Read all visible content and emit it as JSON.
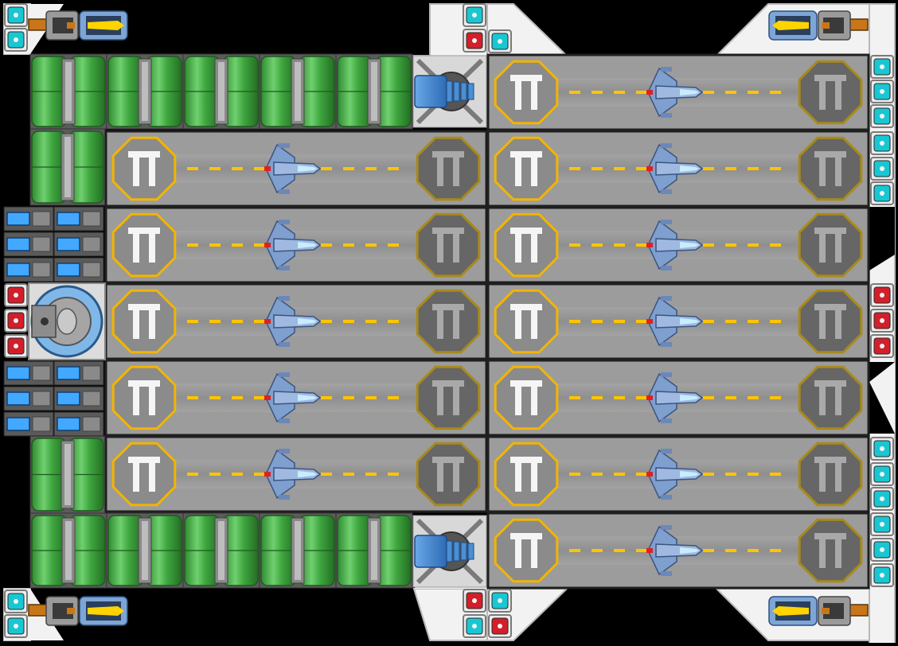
{
  "game": {
    "hangar_label_glyph": "ℿ",
    "ship_name": "interceptor",
    "runway_marker": "landing pad",
    "colors": {
      "space": "#000000",
      "hull_white": "#f2f2f2",
      "hull_edge": "#b9b9b9",
      "deck_gray": "#9c9c9c",
      "deck_dark": "#8a8a8a",
      "bay_border": "#1f1f1f",
      "pad_yellow": "#f3b400",
      "pad_dark": "#666666",
      "stripe_yellow": "#ffc400",
      "tank_green": "#3ea53e",
      "tank_green_hi": "#6fd06f",
      "pipe_gray": "#8a8a8a",
      "cyan_module": "#19c7d2",
      "red_module": "#d21f2a",
      "blue_glow": "#43a8ff",
      "ship_blue": "#7f9fcf",
      "ship_cockpit": "#c9ecff",
      "ship_red": "#e02020",
      "gun_orange": "#c8761a",
      "gun_yellow": "#ffd400"
    },
    "icons": {
      "cyan_module": "cyan-power-node-icon",
      "red_module": "red-shield-node-icon",
      "tank": "green-fuel-tank-icon",
      "battery": "blue-battery-icon",
      "reactor": "reactor-core-icon",
      "engine": "thruster-engine-icon",
      "cannon": "turret-cannon-icon",
      "ship": "parked-fighter-icon",
      "pad": "hangar-pad-icon"
    }
  }
}
